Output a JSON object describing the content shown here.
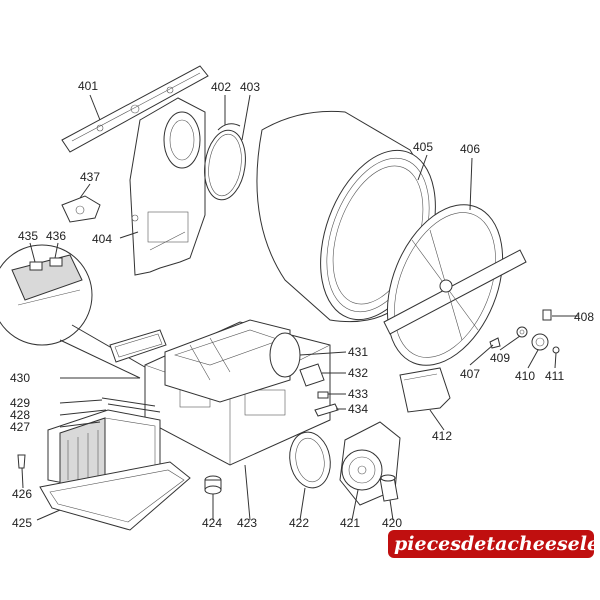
{
  "labels": {
    "p401": "401",
    "p402": "402",
    "p403": "403",
    "p404": "404",
    "p405": "405",
    "p406": "406",
    "p407": "407",
    "p408": "408",
    "p409": "409",
    "p410": "410",
    "p411": "411",
    "p412": "412",
    "p420": "420",
    "p421": "421",
    "p422": "422",
    "p423": "423",
    "p424": "424",
    "p425": "425",
    "p426": "426",
    "p427": "427",
    "p428": "428",
    "p429": "429",
    "p430": "430",
    "p431": "431",
    "p432": "432",
    "p433": "433",
    "p434": "434",
    "p435": "435",
    "p436": "436",
    "p437": "437"
  },
  "watermark": "piecesdetacheeselec.com",
  "colors": {
    "line": "#333333",
    "watermark_fill": "#c00f0f",
    "watermark_text": "#ffffff"
  }
}
